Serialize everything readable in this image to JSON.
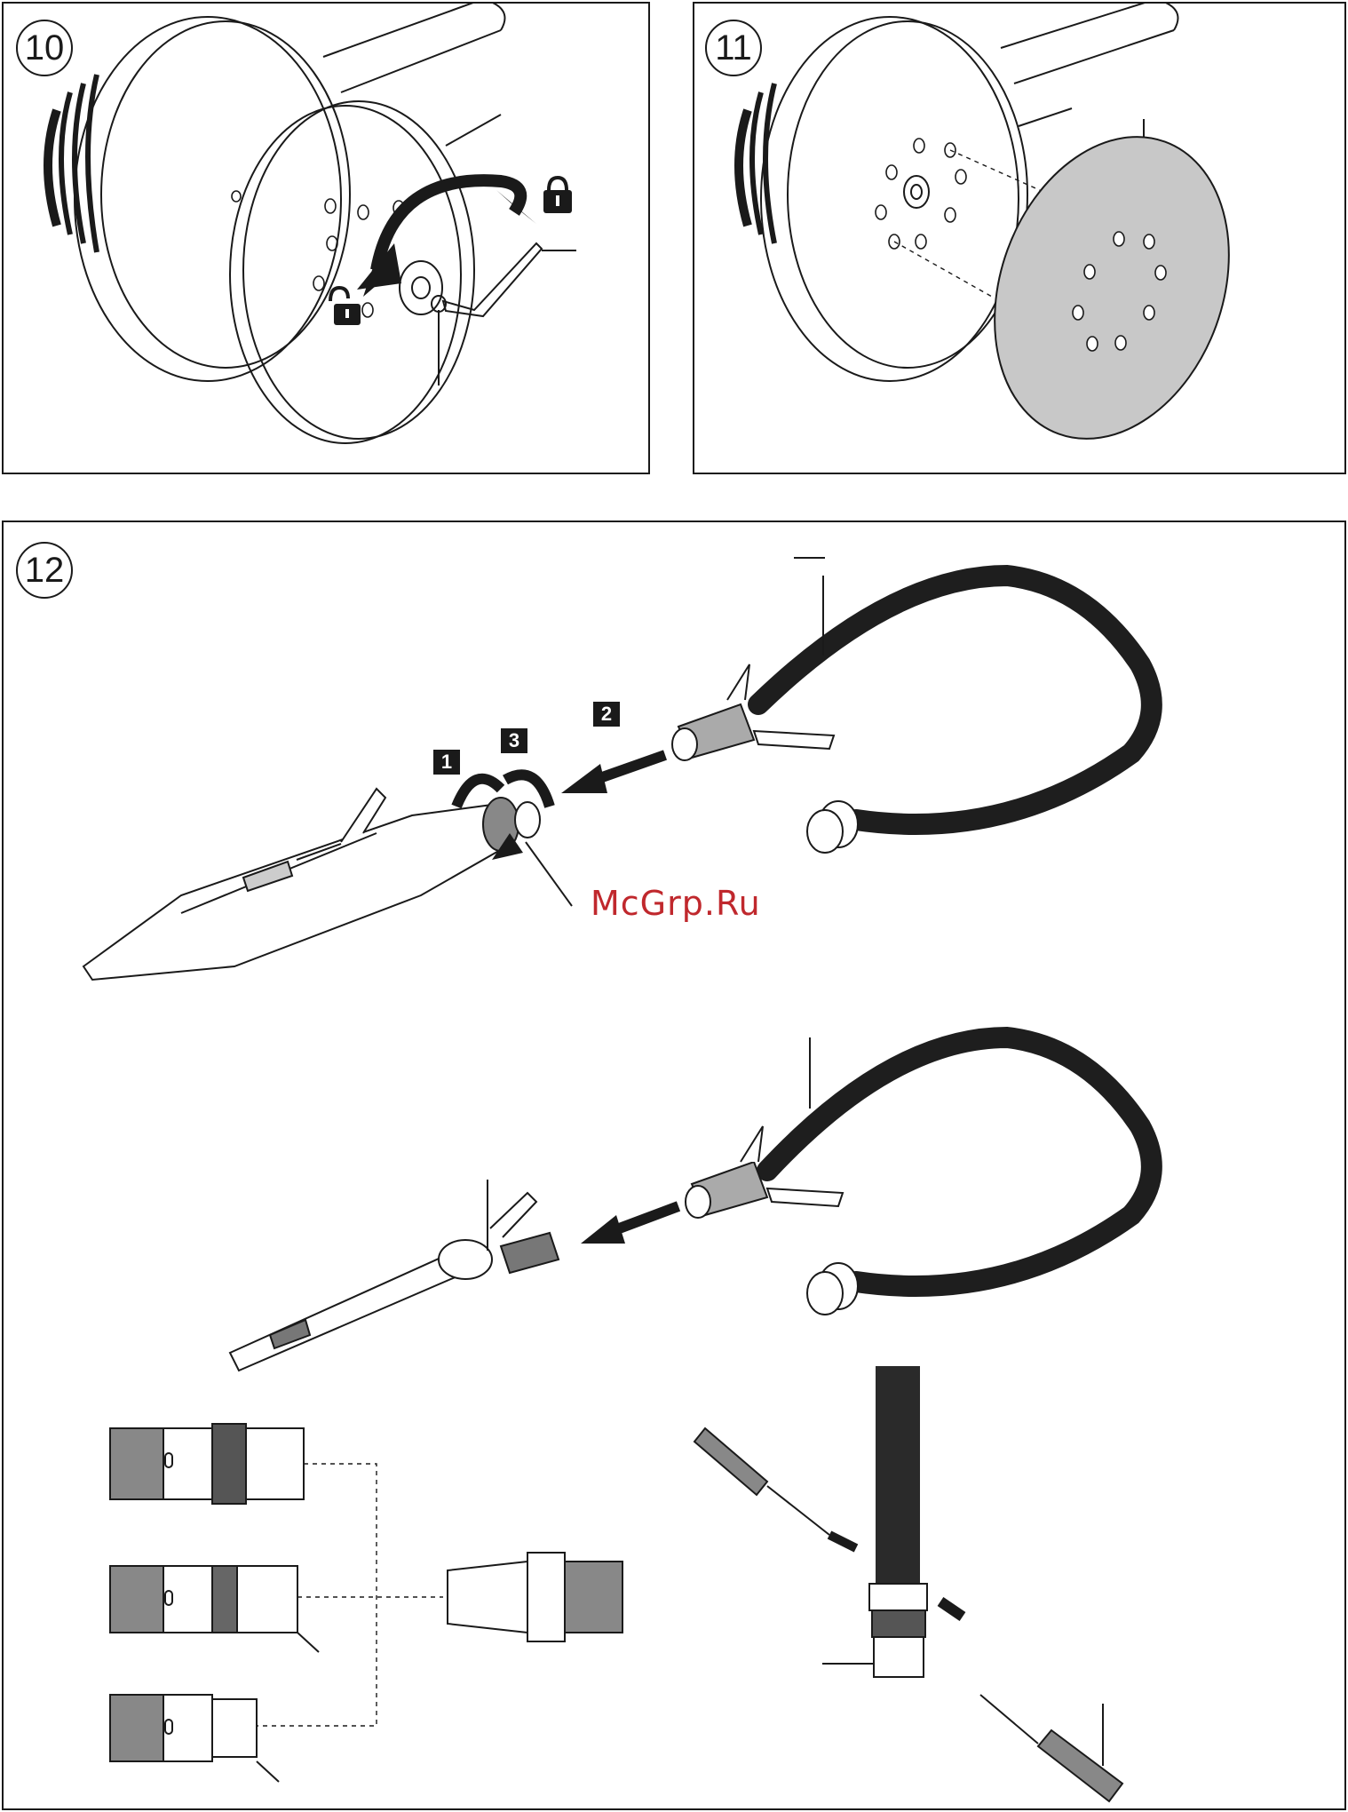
{
  "figures": [
    {
      "id": "10",
      "label": "10"
    },
    {
      "id": "11",
      "label": "11"
    },
    {
      "id": "12",
      "label": "12"
    }
  ],
  "steps": [
    "1",
    "2",
    "3"
  ],
  "watermark": "McGrp.Ru",
  "icons": {
    "locked": "padlock-closed-icon",
    "unlocked": "padlock-open-icon",
    "rotate": "rotate-arrow-icon",
    "push": "push-arrow-icon"
  },
  "colors": {
    "ink": "#1a1a1a",
    "sanding_sheet": "#c8c8c8",
    "hose": "#1e1e1e",
    "watermark": "#c0282d"
  }
}
